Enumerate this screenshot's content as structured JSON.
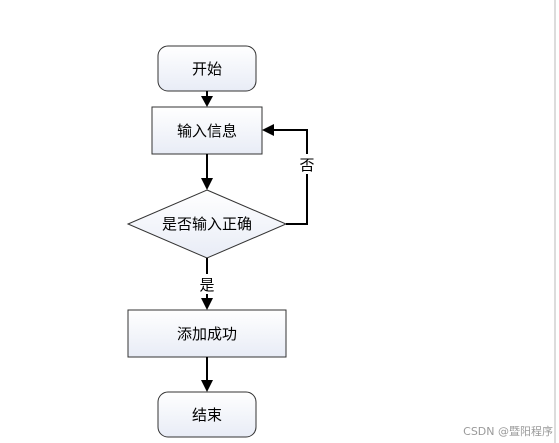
{
  "diagram": {
    "nodes": {
      "start": "开始",
      "input": "输入信息",
      "decision": "是否输入正确",
      "add": "添加成功",
      "end": "结束"
    },
    "edge_labels": {
      "no": "否",
      "yes": "是"
    }
  },
  "watermark": "CSDN @暨阳程序"
}
